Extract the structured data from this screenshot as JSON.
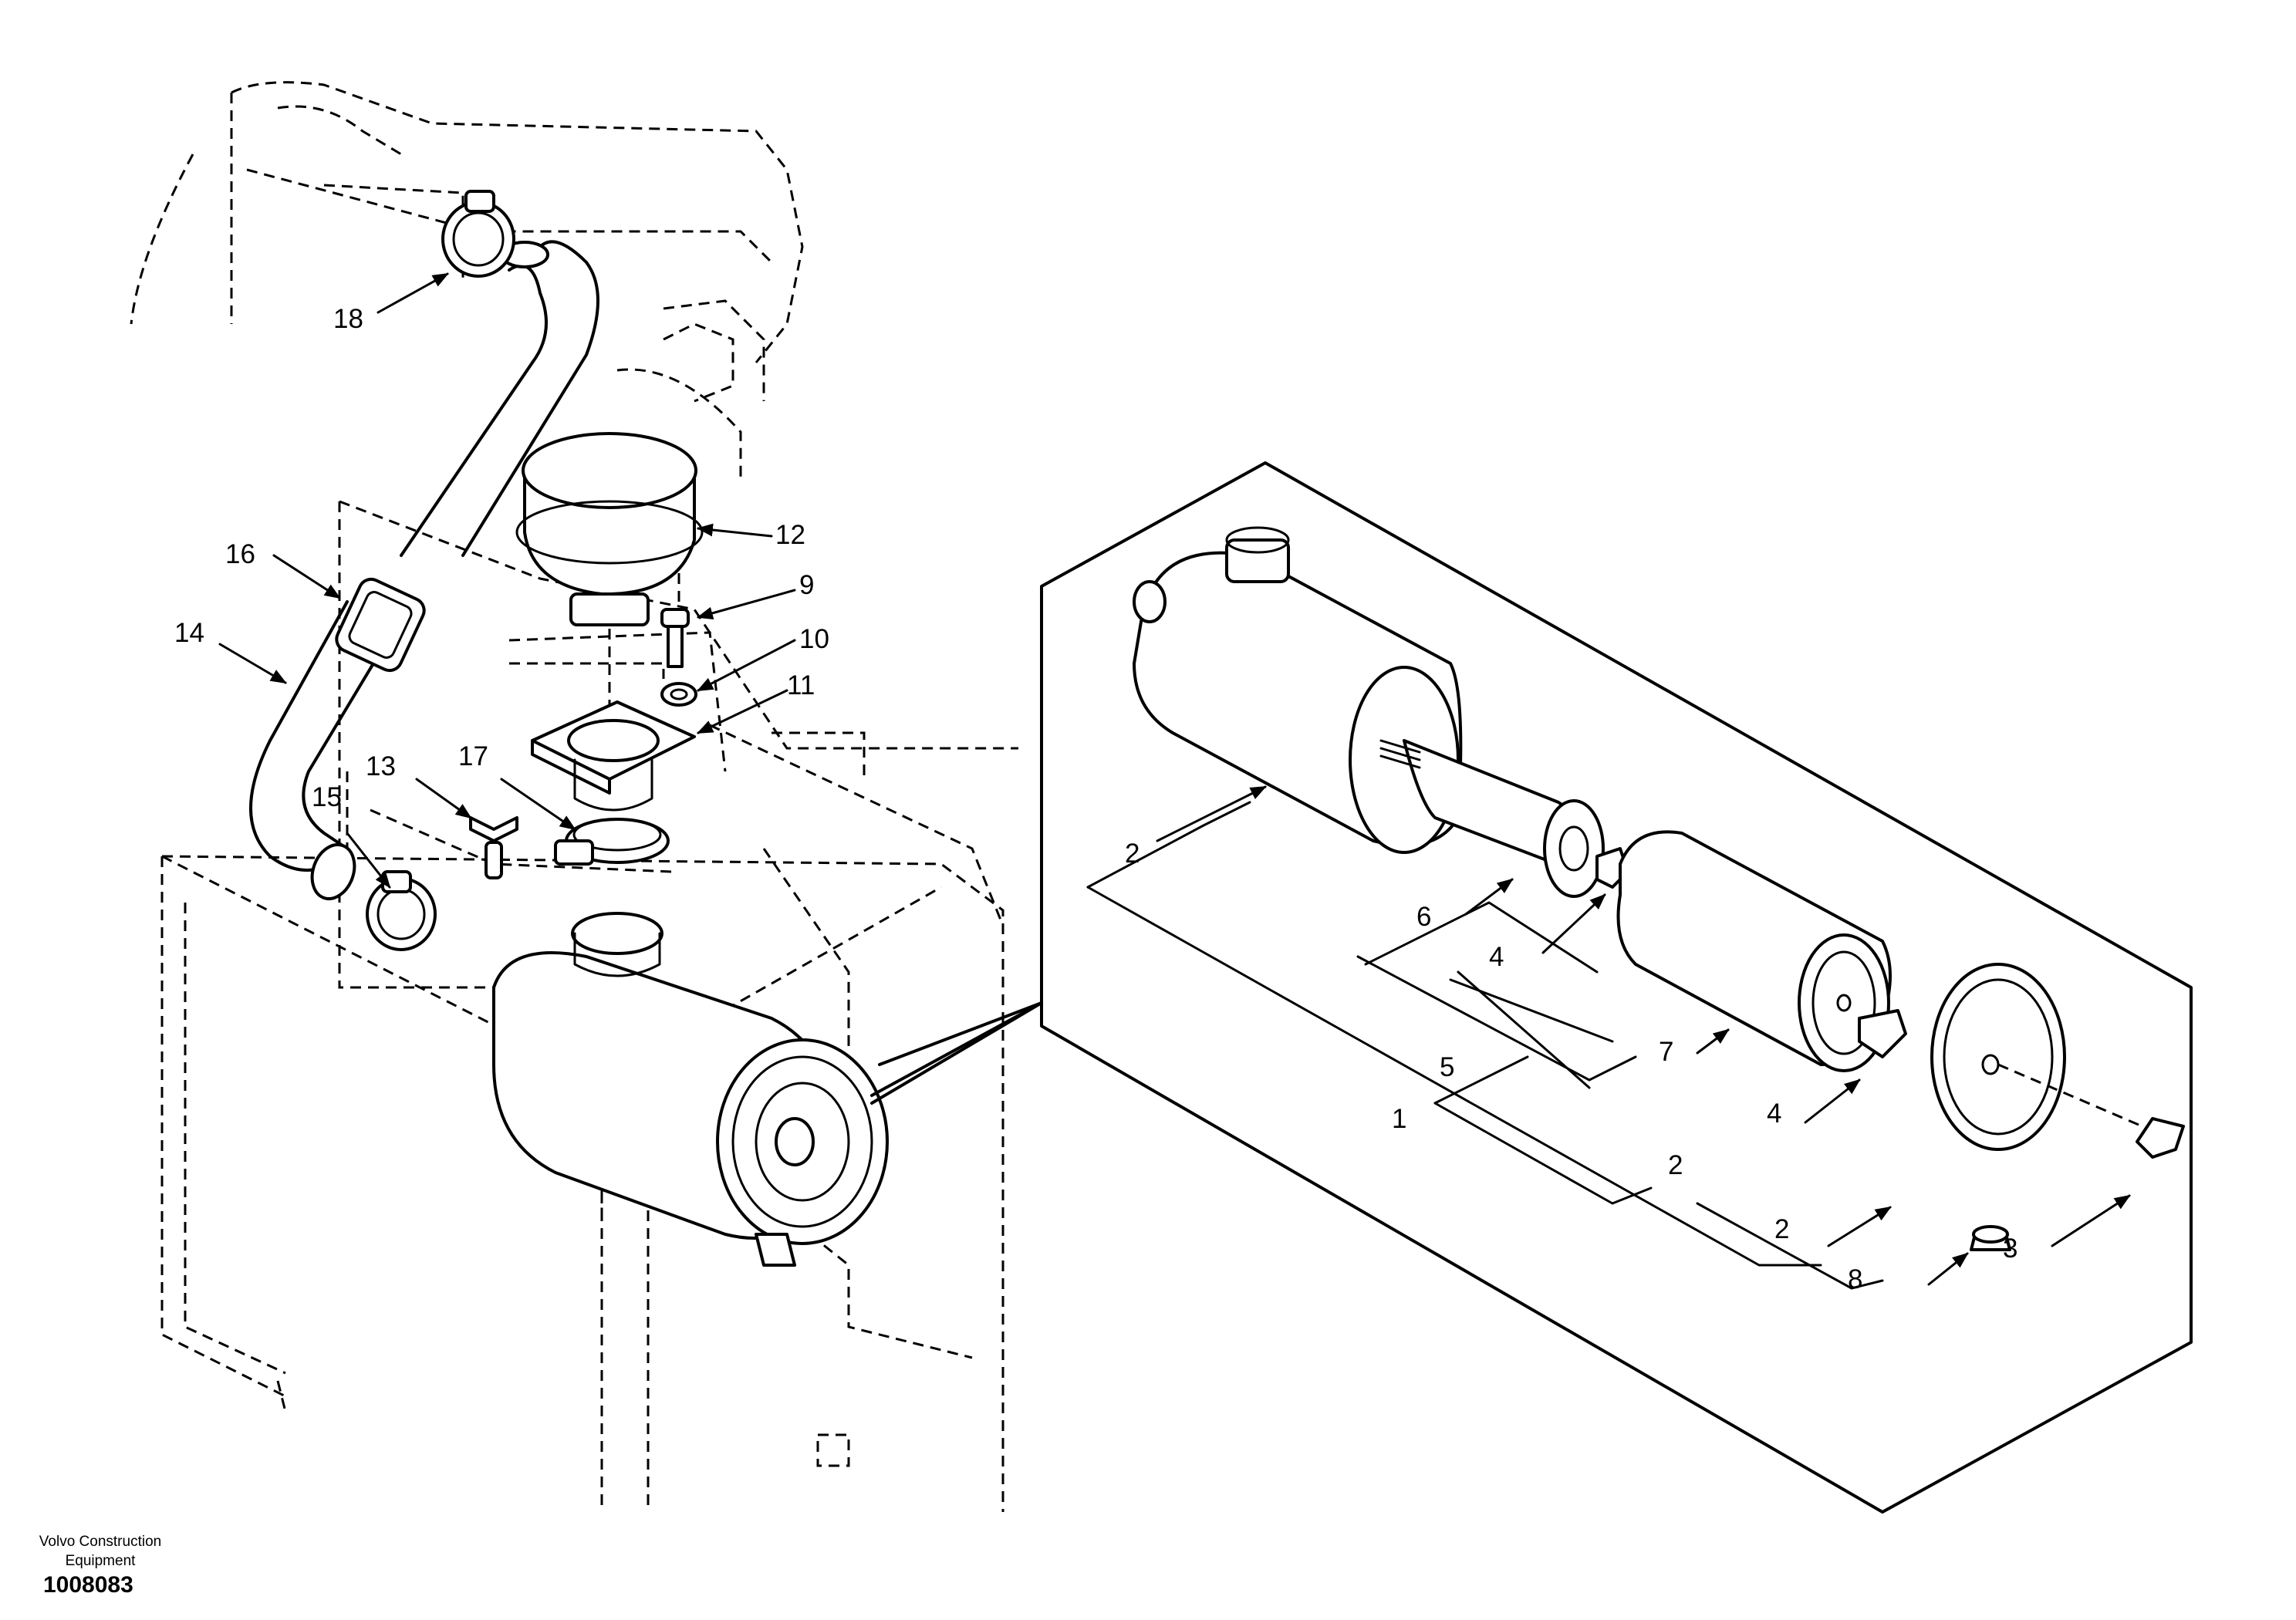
{
  "callouts": {
    "c1": "1",
    "c2a": "2",
    "c2b": "2",
    "c2c": "2",
    "c3": "3",
    "c4a": "4",
    "c4b": "4",
    "c5": "5",
    "c6": "6",
    "c7": "7",
    "c8": "8",
    "c9": "9",
    "c10": "10",
    "c11": "11",
    "c12": "12",
    "c13": "13",
    "c14": "14",
    "c15": "15",
    "c16": "16",
    "c17": "17",
    "c18": "18"
  },
  "footer": {
    "company_line1": "Volvo Construction",
    "company_line2": "Equipment",
    "figure_number": "1008083"
  }
}
